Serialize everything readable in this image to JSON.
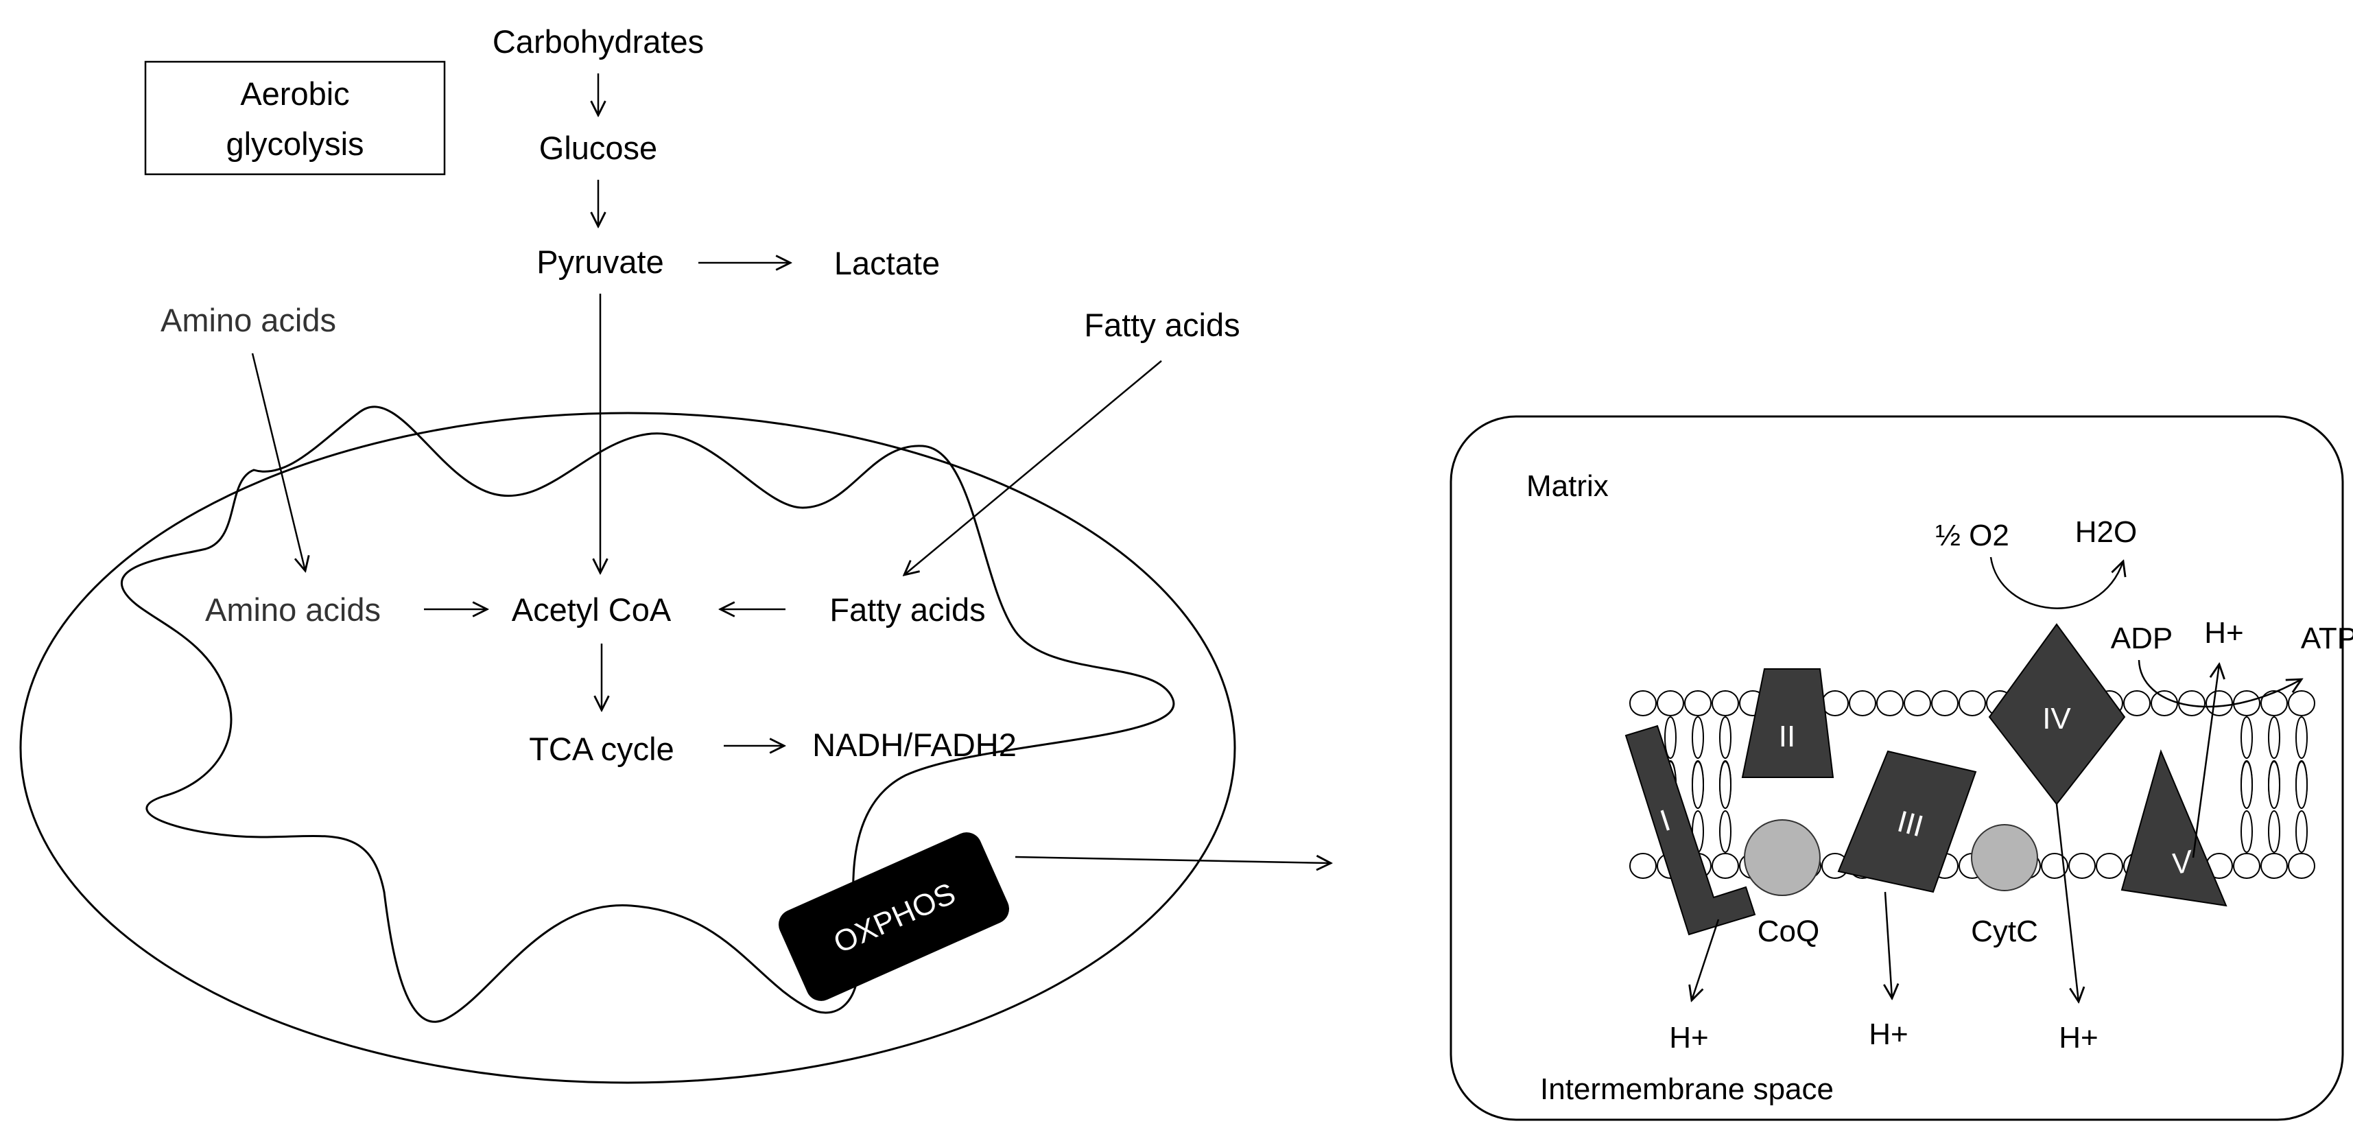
{
  "glycolysis_box": {
    "line1": "Aerobic",
    "line2": "glycolysis"
  },
  "pathway": {
    "carbohydrates": "Carbohydrates",
    "glucose": "Glucose",
    "pyruvate": "Pyruvate",
    "lactate": "Lactate",
    "amino_acids_outside": "Amino acids",
    "fatty_acids_outside": "Fatty acids",
    "amino_acids_inside": "Amino acids",
    "acetyl_coa": "Acetyl CoA",
    "fatty_acids_inside": "Fatty acids",
    "tca_cycle": "TCA cycle",
    "nadh_fadh2": "NADH/FADH2",
    "oxphos": "OXPHOS"
  },
  "etc_panel": {
    "matrix": "Matrix",
    "intermembrane_space": "Intermembrane space",
    "half_o2": "½ O2",
    "h2o": "H2O",
    "adp": "ADP",
    "atp": "ATP",
    "h_plus_top": "H+",
    "complexes": [
      "I",
      "II",
      "III",
      "IV",
      "V"
    ],
    "coq": "CoQ",
    "cytc": "CytC",
    "h_plus_bottom": [
      "H+",
      "H+",
      "H+"
    ]
  }
}
